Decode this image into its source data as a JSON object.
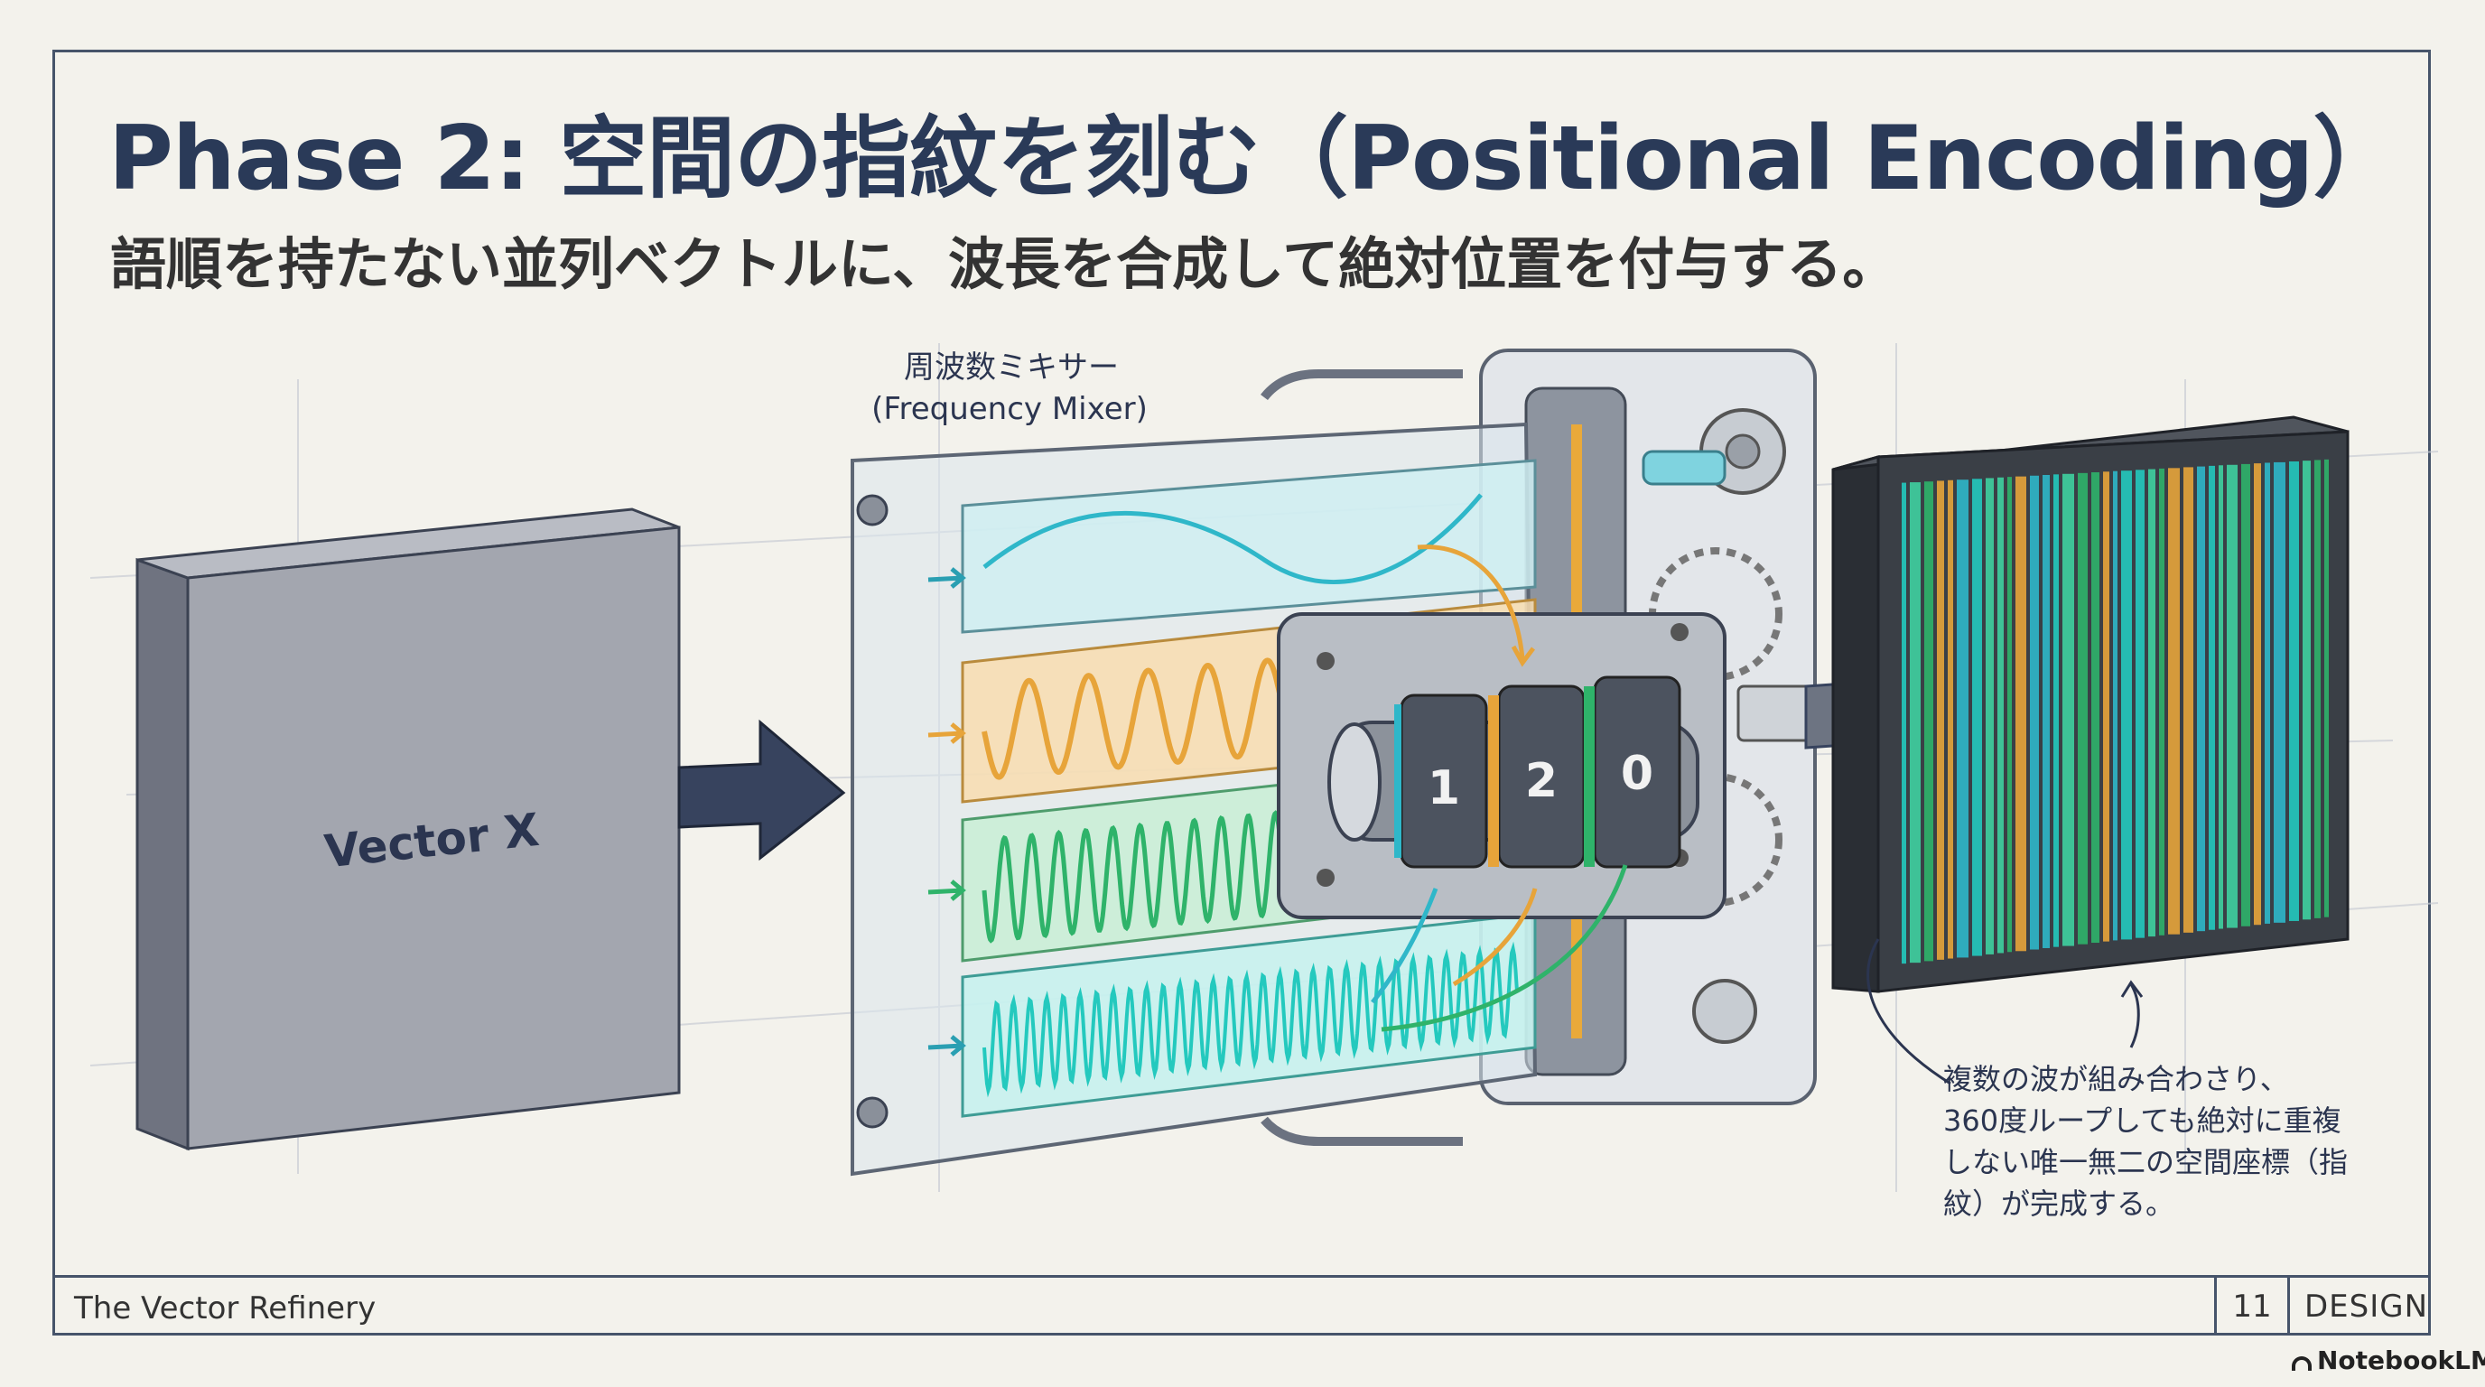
{
  "slide": {
    "title": "Phase 2: 空間の指紋を刻む（Positional Encoding）",
    "subtitle": "語順を持たない並列ベクトルに、波長を合成して絶対位置を付与する。"
  },
  "diagram": {
    "input_label": "Vector X",
    "mixer_label_jp": "周波数ミキサー",
    "mixer_label_en": "(Frequency Mixer)",
    "dial_digits": [
      "1",
      "2",
      "0"
    ],
    "annotation_lines": [
      "複数の波が組み合わさり、",
      "360度ループしても絶対に重複",
      "しない唯一無二の空間座標（指",
      "紋）が完成する。"
    ],
    "colors": {
      "input_block": "#9a9da6",
      "arrow": "#37435e",
      "wave_blue": "#2fb7c9",
      "wave_orange": "#e7a43a",
      "wave_green": "#2fb36a",
      "wave_teal": "#24c9be",
      "output_panel": "#3a3f46"
    }
  },
  "footer": {
    "left": "The Vector Refinery",
    "page": "11",
    "tag": "DESIGN"
  },
  "brand": "NotebookLM"
}
